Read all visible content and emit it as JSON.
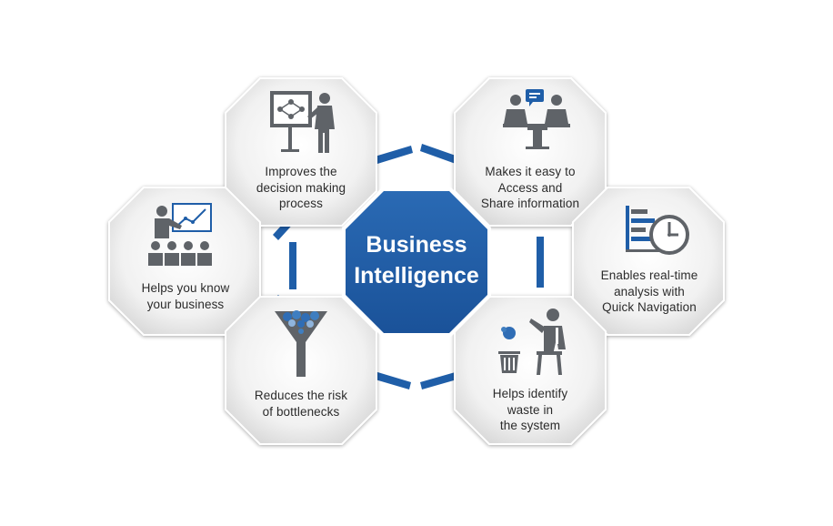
{
  "center": {
    "line1": "Business",
    "line2": "Intelligence"
  },
  "colors": {
    "accent": "#1f5ea8",
    "icon": "#5f6368",
    "octagon_light": "#f7f7f7",
    "octagon_dark": "#dcdcdc"
  },
  "benefits": [
    {
      "icon": "presentation-flowchart-icon",
      "lines": [
        "Improves the",
        "decision making",
        "process"
      ]
    },
    {
      "icon": "meeting-chat-icon",
      "lines": [
        "Makes it easy to",
        "Access and",
        "Share information"
      ]
    },
    {
      "icon": "trend-chart-audience-icon",
      "lines": [
        "Helps you know",
        "your business"
      ]
    },
    {
      "icon": "bar-chart-clock-icon",
      "lines": [
        "Enables real-time",
        "analysis with",
        "Quick Navigation"
      ]
    },
    {
      "icon": "funnel-icon",
      "lines": [
        "Reduces the risk",
        "of bottlenecks"
      ]
    },
    {
      "icon": "waste-bin-worker-icon",
      "lines": [
        "Helps identify",
        "waste in",
        "the system"
      ]
    }
  ]
}
